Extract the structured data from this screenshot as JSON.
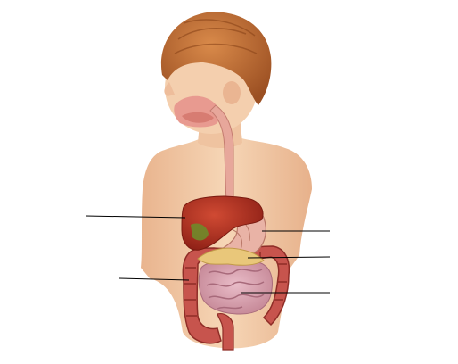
{
  "illustration": {
    "subject": "child-digestive-system",
    "organs": [
      "mouth",
      "esophagus",
      "liver",
      "stomach",
      "pancreas",
      "large-intestine",
      "small-intestine"
    ],
    "palette": {
      "background": "#ffffff",
      "hair": "#b5652f",
      "skin": "#f3cda9",
      "mouth": "#e89a90",
      "esophagus": "#e7a79b",
      "liver": "#b3301f",
      "stomach": "#e9b3a6",
      "pancreas": "#e9c77a",
      "large_intestine": "#c7544d",
      "small_intestine": "#d9a7b6",
      "leader_line": "#000000"
    }
  },
  "labels": [
    {
      "text": "",
      "points_to": "liver"
    },
    {
      "text": "",
      "points_to": "stomach"
    },
    {
      "text": "",
      "points_to": "pancreas"
    },
    {
      "text": "",
      "points_to": "large-intestine"
    },
    {
      "text": "",
      "points_to": "small-intestine"
    }
  ]
}
